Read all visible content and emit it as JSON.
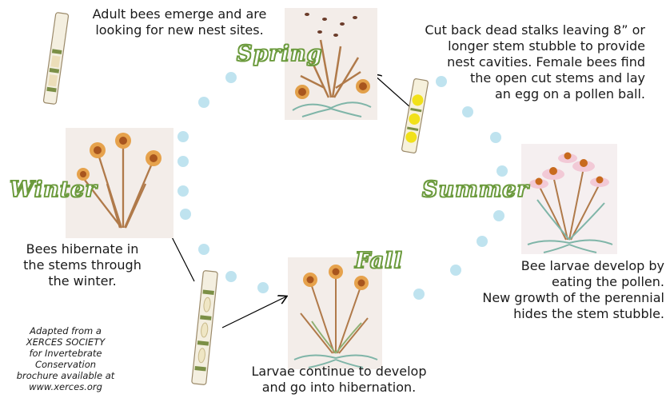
{
  "seasons": {
    "spring": "Spring",
    "summer": "Summer",
    "fall": "Fall",
    "winter": "Winter"
  },
  "captions": {
    "spring_adults": "Adult bees emerge and are\nlooking for new nest sites.",
    "spring_cut": "Cut back dead stalks leaving 8” or\nlonger stem stubble to provide\nnest cavities.  Female bees find\nthe open cut stems and lay\nan egg on a pollen ball.",
    "summer": "Bee larvae develop by\neating the pollen.\nNew growth of the perennial\nhides the stem stubble.",
    "fall": "Larvae continue to develop\nand go into hibernation.",
    "winter": "Bees hibernate in\nthe stems through\nthe winter."
  },
  "credit": "Adapted from a\nXERCES SOCIETY\nfor Invertebrate\nConservation\nbrochure available at\nwww.xerces.org",
  "colors": {
    "season_outline": "#6b9a3c",
    "dot": "#bfe3ef",
    "stem": "#b07a4a",
    "flower_center": "#c86a1e",
    "petal_pink": "#f2c9d6",
    "leaf": "#7fb5a8"
  }
}
